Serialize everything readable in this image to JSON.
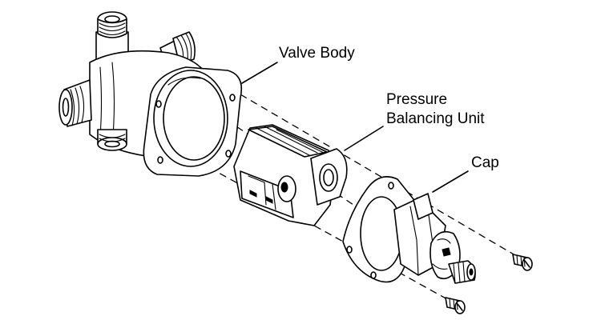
{
  "diagram": {
    "parts": [
      {
        "id": "valve-body",
        "label": "Valve Body"
      },
      {
        "id": "pressure-balancing-unit",
        "label": "Pressure\nBalancing Unit"
      },
      {
        "id": "cap",
        "label": "Cap"
      }
    ]
  }
}
